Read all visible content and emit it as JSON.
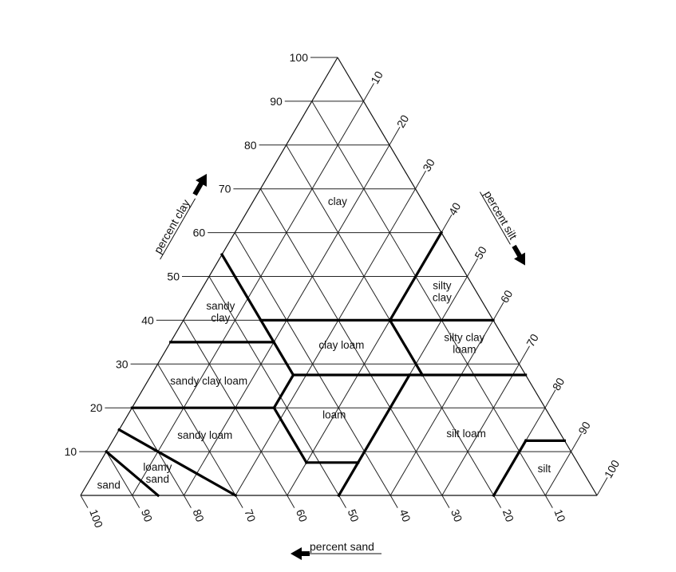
{
  "chart_data": {
    "type": "ternary",
    "title": "",
    "axes": {
      "clay": {
        "label": "percent clay",
        "ticks": [
          10,
          20,
          30,
          40,
          50,
          60,
          70,
          80,
          90,
          100
        ]
      },
      "silt": {
        "label": "percent silt",
        "ticks": [
          10,
          20,
          30,
          40,
          50,
          60,
          70,
          80,
          90,
          100
        ]
      },
      "sand": {
        "label": "percent sand",
        "ticks": [
          100,
          90,
          80,
          70,
          60,
          50,
          40,
          30,
          20,
          10
        ]
      }
    },
    "boundaries_clay_sand": [
      [
        [
          55,
          45
        ],
        [
          27.5,
          45
        ]
      ],
      [
        [
          40,
          45
        ],
        [
          40,
          0
        ]
      ],
      [
        [
          40,
          20
        ],
        [
          60,
          0
        ]
      ],
      [
        [
          40,
          20
        ],
        [
          27.5,
          20
        ]
      ],
      [
        [
          35,
          65
        ],
        [
          35,
          45
        ]
      ],
      [
        [
          27.5,
          45
        ],
        [
          27.5,
          0
        ]
      ],
      [
        [
          20,
          80
        ],
        [
          20,
          52.5
        ]
      ],
      [
        [
          27.5,
          45
        ],
        [
          20,
          52.5
        ]
      ],
      [
        [
          20,
          52.5
        ],
        [
          7.5,
          52.5
        ]
      ],
      [
        [
          7.5,
          52.5
        ],
        [
          7.5,
          42.5
        ]
      ],
      [
        [
          27.5,
          22.5
        ],
        [
          0,
          50
        ]
      ],
      [
        [
          0,
          20
        ],
        [
          12.5,
          7.5
        ]
      ],
      [
        [
          12.5,
          7.5
        ],
        [
          12.5,
          0
        ]
      ],
      [
        [
          15,
          85
        ],
        [
          0,
          70
        ]
      ],
      [
        [
          10,
          90
        ],
        [
          0,
          85
        ]
      ]
    ],
    "regions": [
      {
        "name": "clay",
        "lines": [
          "clay"
        ],
        "clay": 67.2,
        "sand": 16.5
      },
      {
        "name": "silty clay",
        "lines": [
          "silty",
          "clay"
        ],
        "clay": 46.6,
        "sand": 6.6
      },
      {
        "name": "sandy clay",
        "lines": [
          "sandy",
          "clay"
        ],
        "clay": 42,
        "sand": 51.8
      },
      {
        "name": "clay loam",
        "lines": [
          "clay loam"
        ],
        "clay": 34.4,
        "sand": 32.2
      },
      {
        "name": "silty clay loam",
        "lines": [
          "silty clay",
          "loam"
        ],
        "clay": 34.8,
        "sand": 8.2
      },
      {
        "name": "sandy clay loam",
        "lines": [
          "sandy clay loam"
        ],
        "clay": 26.2,
        "sand": 62
      },
      {
        "name": "loam",
        "lines": [
          "loam"
        ],
        "clay": 18.5,
        "sand": 41.6
      },
      {
        "name": "sandy loam",
        "lines": [
          "sandy loam"
        ],
        "clay": 13.8,
        "sand": 69
      },
      {
        "name": "silt loam",
        "lines": [
          "silt loam"
        ],
        "clay": 14.2,
        "sand": 18.2
      },
      {
        "name": "silt",
        "lines": [
          "silt"
        ],
        "clay": 6.2,
        "sand": 7.1
      },
      {
        "name": "loamy sand",
        "lines": [
          "loamy",
          "sand"
        ],
        "clay": 5.2,
        "sand": 82.5
      },
      {
        "name": "sand",
        "lines": [
          "sand"
        ],
        "clay": 2.5,
        "sand": 93.3
      }
    ]
  }
}
